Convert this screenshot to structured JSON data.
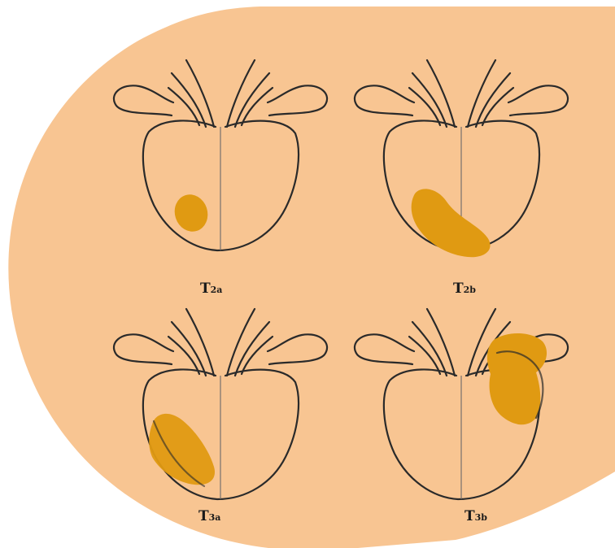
{
  "colors": {
    "background": "#f8c592",
    "page": "#ffffff",
    "tumor": "#e09a12",
    "outline": "#2a2a2a"
  },
  "panels": [
    {
      "stage": "T",
      "substage": "2a"
    },
    {
      "stage": "T",
      "substage": "2b"
    },
    {
      "stage": "T",
      "substage": "3a"
    },
    {
      "stage": "T",
      "substage": "3b"
    }
  ]
}
